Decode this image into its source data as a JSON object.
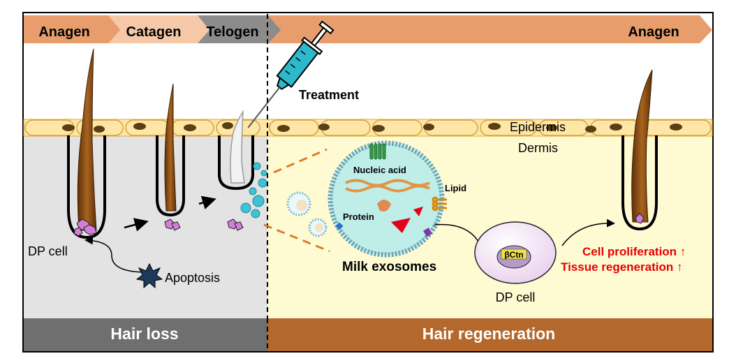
{
  "phases": {
    "anagen_left": "Anagen",
    "catagen": "Catagen",
    "telogen": "Telogen",
    "anagen_right": "Anagen"
  },
  "labels": {
    "treatment": "Treatment",
    "epidermis": "Epidermis",
    "dermis": "Dermis",
    "dp_cell_left": "DP cell",
    "apoptosis": "Apoptosis",
    "nucleic_acid": "Nucleic acid",
    "lipid": "Lipid",
    "protein": "Protein",
    "milk_exosomes": "Milk exosomes",
    "beta_catenin": "βCtn",
    "dp_cell_right": "DP cell",
    "cell_proliferation": "Cell proliferation ↑",
    "tissue_regeneration": "Tissue regeneration ↑"
  },
  "footer": {
    "hair_loss": "Hair loss",
    "hair_regeneration": "Hair regeneration"
  },
  "colors": {
    "phase_bar": "#e79d6c",
    "catagen": "#f5c9a8",
    "telogen": "#8c8c8c",
    "epidermis": "#fde6a6",
    "dermis_left": "#e3e3e3",
    "dermis_right": "#fefbd3",
    "hair": "#8a4b16",
    "footer_left": "#6f6f6f",
    "footer_right": "#b5682c",
    "exosome": "#bfeee8",
    "highlight": "#ff0000"
  }
}
